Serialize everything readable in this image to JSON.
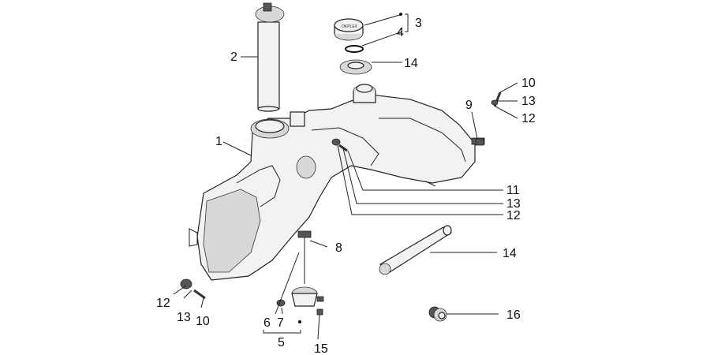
{
  "labels": {
    "l1": "1",
    "l2": "2",
    "l3": "3",
    "l4": "4",
    "l14a": "14",
    "l10a": "10",
    "l13a": "13",
    "l12a": "12",
    "l9": "9",
    "l11": "11",
    "l13b": "13",
    "l12b": "12",
    "l8": "8",
    "l14b": "14",
    "l12c": "12",
    "l13c": "13",
    "l10c": "10",
    "l6": "6",
    "l7": "7",
    "l5": "5",
    "l15": "15",
    "l16": "16"
  },
  "cap_text": "OKPLEX"
}
